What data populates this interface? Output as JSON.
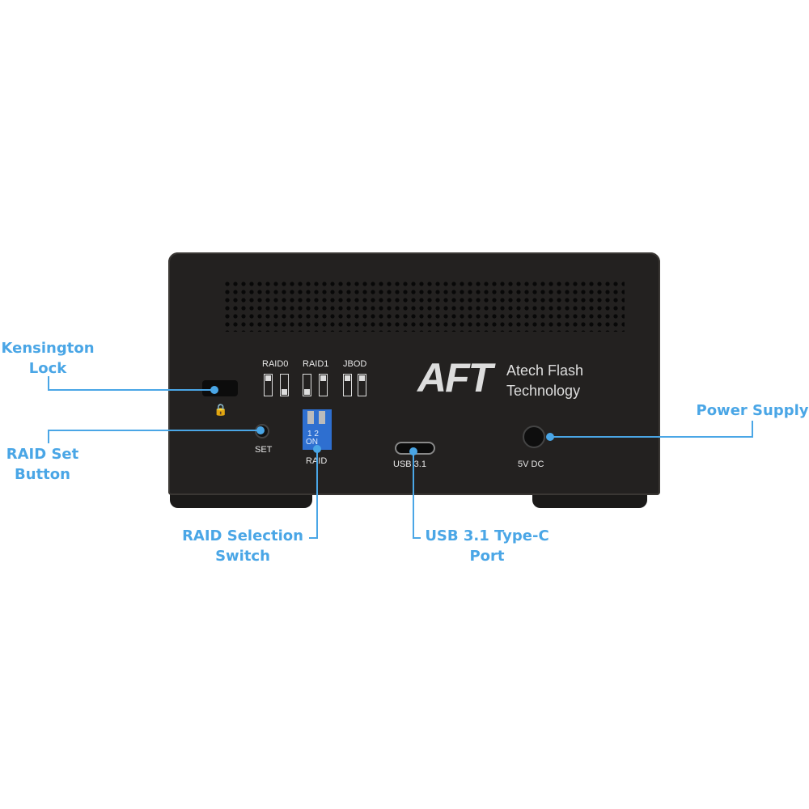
{
  "callouts": {
    "kensington": [
      "Kensington",
      "Lock"
    ],
    "raid_set": [
      "RAID Set",
      "Button"
    ],
    "raid_selection": [
      "RAID Selection",
      "Switch"
    ],
    "usb": [
      "USB 3.1 Type-C",
      "Port"
    ],
    "power": "Power Supply"
  },
  "device": {
    "modes": [
      "RAID0",
      "RAID1",
      "JBOD"
    ],
    "brand_logo": "AFT",
    "brand_name": [
      "Atech Flash",
      "Technology"
    ],
    "set_label": "SET",
    "raid_label": "RAID",
    "switch_text": "1 2",
    "switch_on": "ON",
    "usb_label": "USB 3.1",
    "dc_label": "5V DC"
  },
  "colors": {
    "accent": "#4aa6e6",
    "device": "#232120"
  }
}
